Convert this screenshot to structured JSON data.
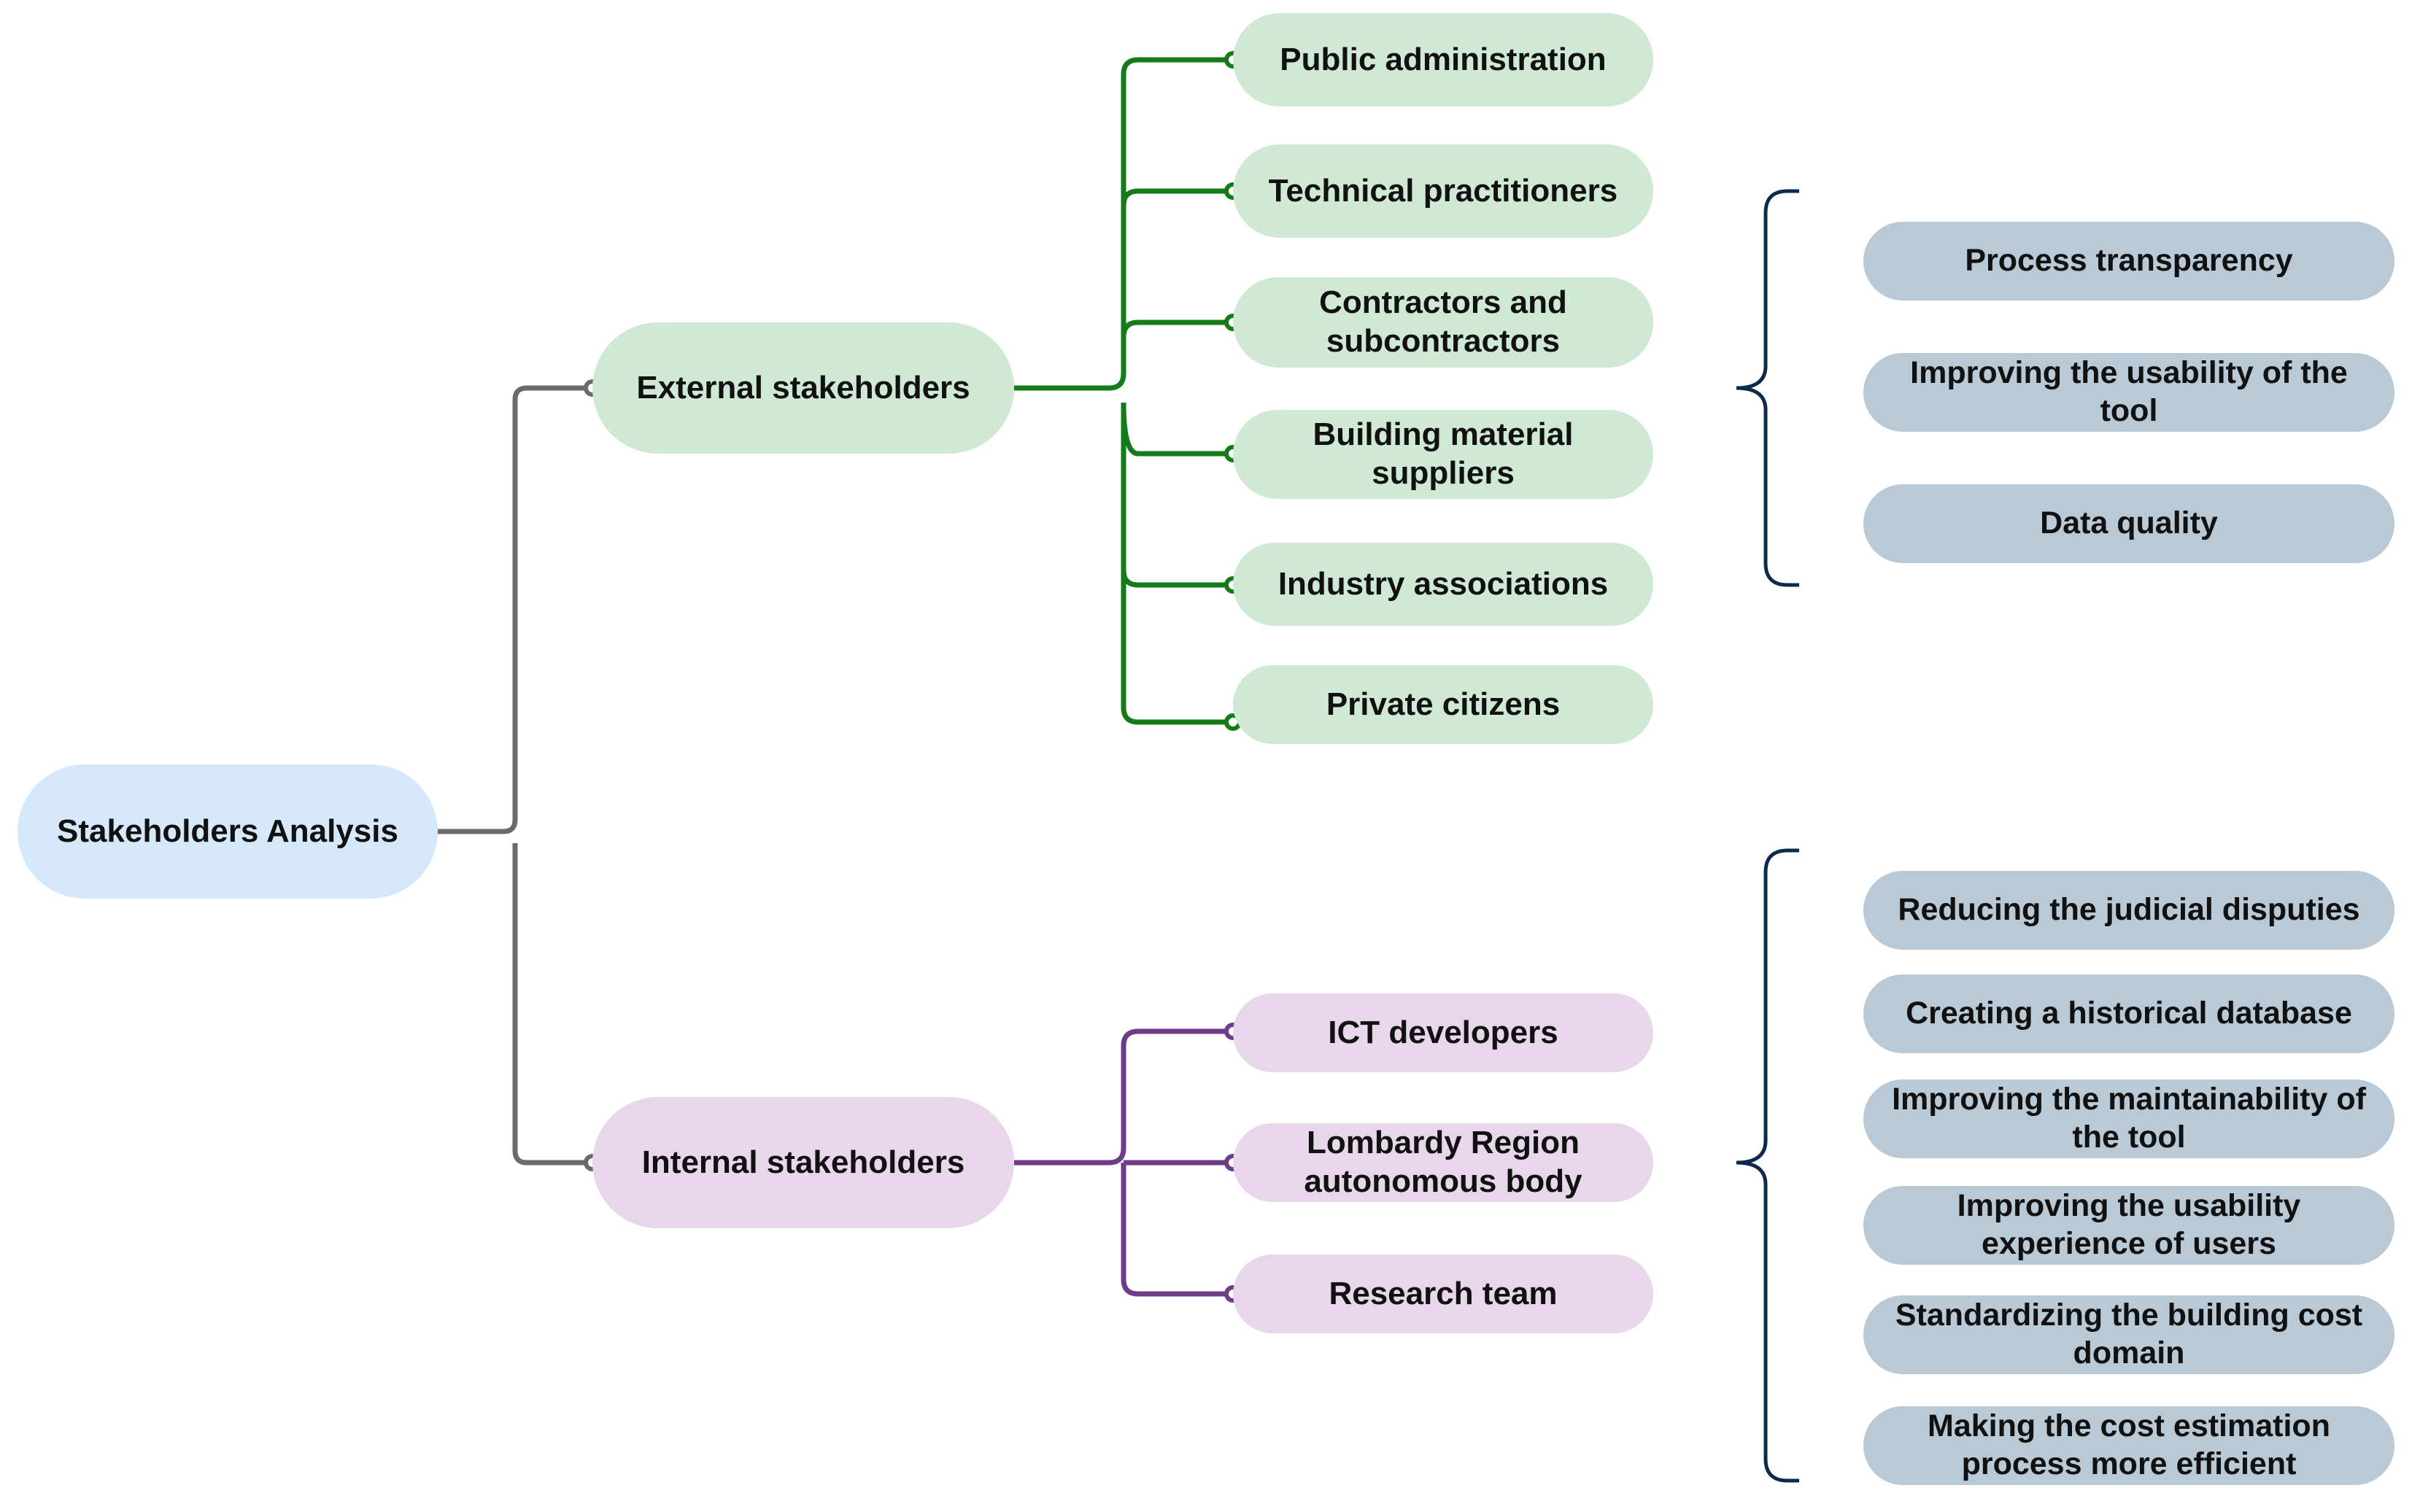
{
  "colors": {
    "root_fill": "#d6e9fb",
    "external_fill": "#cfe9d5",
    "external_line": "#137b17",
    "internal_fill": "#e8d6ea",
    "internal_line": "#6f3d88",
    "benefit_fill": "#b9c9d6",
    "root_line": "#6b6b6b",
    "brace_line": "#0d2a4a"
  },
  "root": {
    "label": "Stakeholders Analysis"
  },
  "external": {
    "label": "External stakeholders",
    "members": [
      "Public administration",
      "Technical practitioners",
      "Contractors and subcontractors",
      "Building material suppliers",
      "Industry associations",
      "Private citizens"
    ],
    "benefits": [
      "Process transparency",
      "Improving the usability of the tool",
      "Data quality"
    ]
  },
  "internal": {
    "label": "Internal stakeholders",
    "members": [
      "ICT developers",
      "Lombardy Region autonomous body",
      "Research team"
    ],
    "benefits": [
      "Reducing the judicial disputies",
      "Creating a historical database",
      "Improving the maintainability of the tool",
      "Improving the usability experience of users",
      "Standardizing the building cost domain",
      "Making the cost estimation process more efficient"
    ]
  }
}
